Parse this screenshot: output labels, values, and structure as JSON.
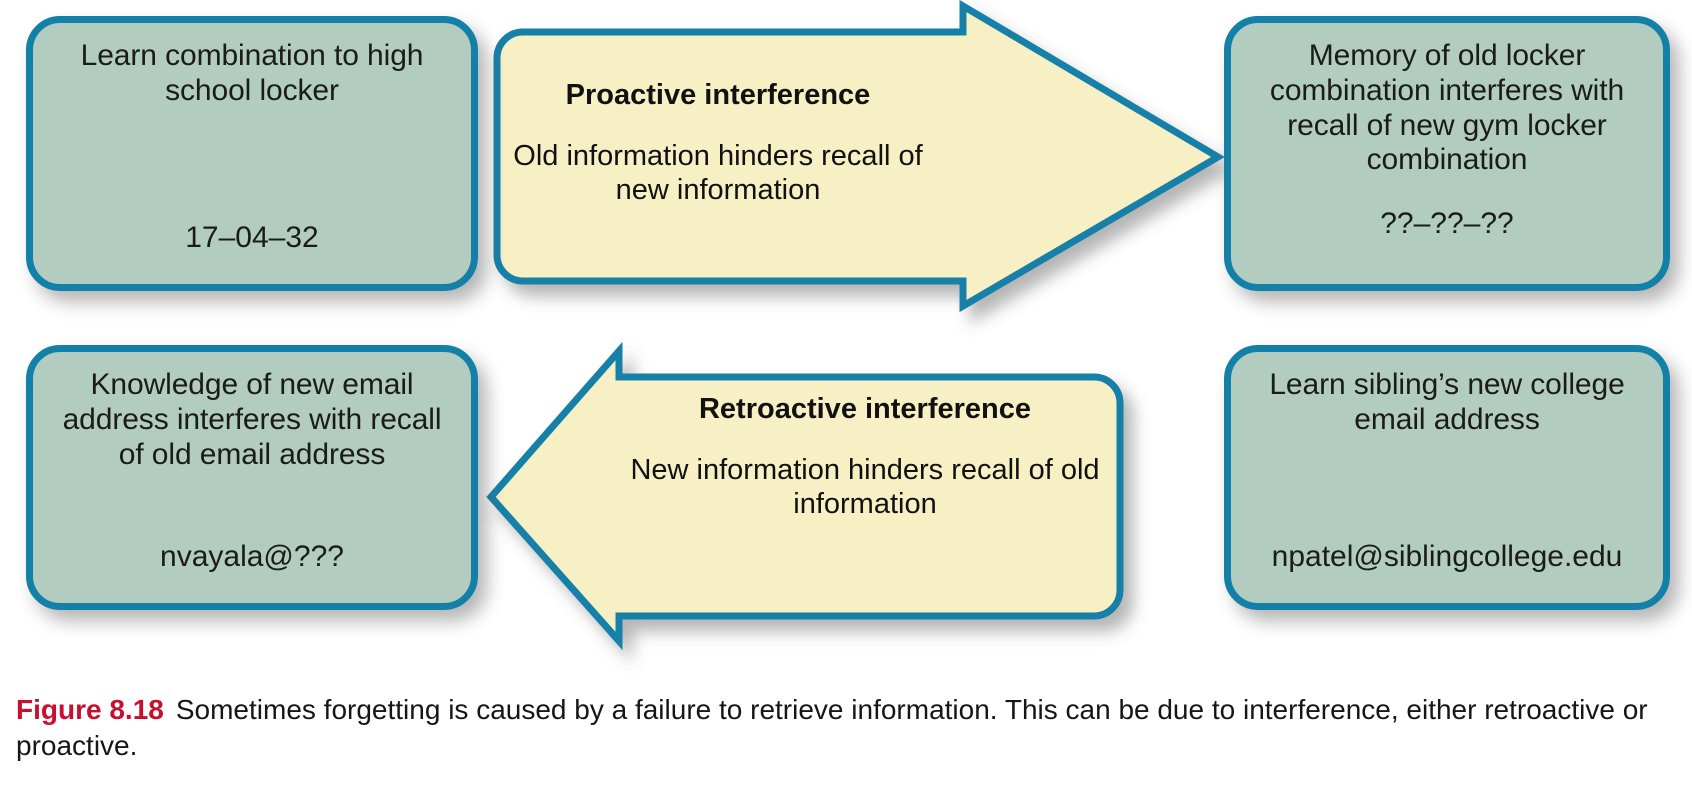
{
  "figure": {
    "label": "Figure 8.18",
    "caption": "Sometimes forgetting is caused by a failure to retrieve information. This can be due to interference, either retroactive or proactive.",
    "label_color": "#c8102e",
    "caption_color": "#161616"
  },
  "palette": {
    "box_fill": "#b2ccbf",
    "arrow_fill": "#f7f0c4",
    "stroke": "#1380a8",
    "text": "#1b1b1b",
    "background": "#ffffff",
    "shadow": "rgba(90,90,90,0.45)"
  },
  "boxes": {
    "top_left": {
      "title": "Learn combination to high school locker",
      "code": "17–04–32"
    },
    "top_right": {
      "title": "Memory of old locker combination interferes with recall of new gym locker combination",
      "code": "??–??–??"
    },
    "bottom_left": {
      "title": "Knowledge of new email address interferes with recall of old email address",
      "code": "nvayala@???"
    },
    "bottom_right": {
      "title": "Learn sibling’s new college email address",
      "code": "npatel@siblingcollege.edu"
    }
  },
  "arrows": {
    "proactive": {
      "heading": "Proactive interference",
      "body": "Old information hinders recall of new information",
      "direction": "right"
    },
    "retroactive": {
      "heading": "Retroactive interference",
      "body": "New information hinders recall of old information",
      "direction": "left"
    }
  }
}
